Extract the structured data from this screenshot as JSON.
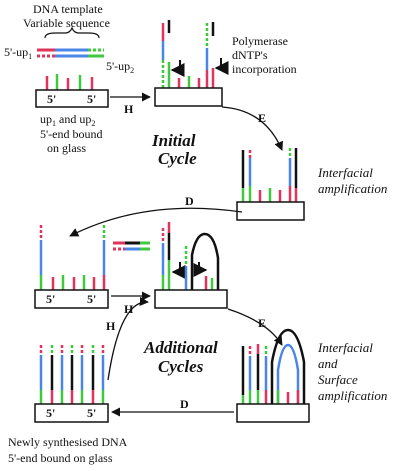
{
  "labels": {
    "template_line1": "DNA template",
    "template_line2": "Variable sequence",
    "up1": "5'-up",
    "up1_sub": "1",
    "up2": "5'-up",
    "up2_sub": "2",
    "five_prime": "5'",
    "bound1": "up",
    "bound1_sub1": "1",
    "bound1_mid": " and up",
    "bound1_sub2": "2",
    "bound2": "5'-end bound",
    "bound3": "on glass",
    "polymerase": "Polymerase",
    "dntp": "dNTP's",
    "incorporation": "incorporation",
    "initial1": "Initial",
    "initial2": "Cycle",
    "interfacial_amp1": "Interfacial",
    "interfacial_amp2": "amplification",
    "additional1": "Additional",
    "additional2": "Cycles",
    "ias1": "Interfacial",
    "ias2": "and",
    "ias3": "Surface",
    "ias4": "amplification",
    "newly1": "Newly synthesised DNA",
    "newly2": "5'-end bound on glass",
    "step_H": "H",
    "step_E": "E",
    "step_D": "D"
  },
  "colors": {
    "red": "#e0345a",
    "green": "#3ec93e",
    "blue": "#4a86e8",
    "black": "#111111"
  }
}
